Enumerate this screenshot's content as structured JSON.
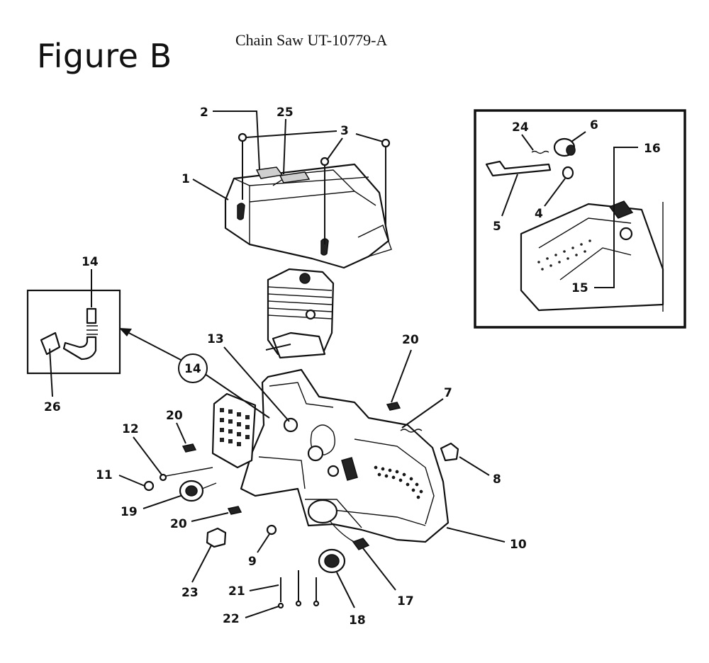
{
  "figure_title": "Figure B",
  "document_title": "Chain Saw UT-10779-A",
  "callouts": {
    "c1": "1",
    "c2": "2",
    "c3": "3",
    "c4": "4",
    "c5": "5",
    "c6": "6",
    "c7": "7",
    "c8": "8",
    "c9": "9",
    "c10": "10",
    "c11": "11",
    "c12": "12",
    "c13": "13",
    "c14_top": "14",
    "c14_circle": "14",
    "c15": "15",
    "c16": "16",
    "c17": "17",
    "c18": "18",
    "c19": "19",
    "c20_right": "20",
    "c20_left": "20",
    "c20_bottom": "20",
    "c21": "21",
    "c22": "22",
    "c23": "23",
    "c24": "24",
    "c25": "25",
    "c26": "26"
  }
}
